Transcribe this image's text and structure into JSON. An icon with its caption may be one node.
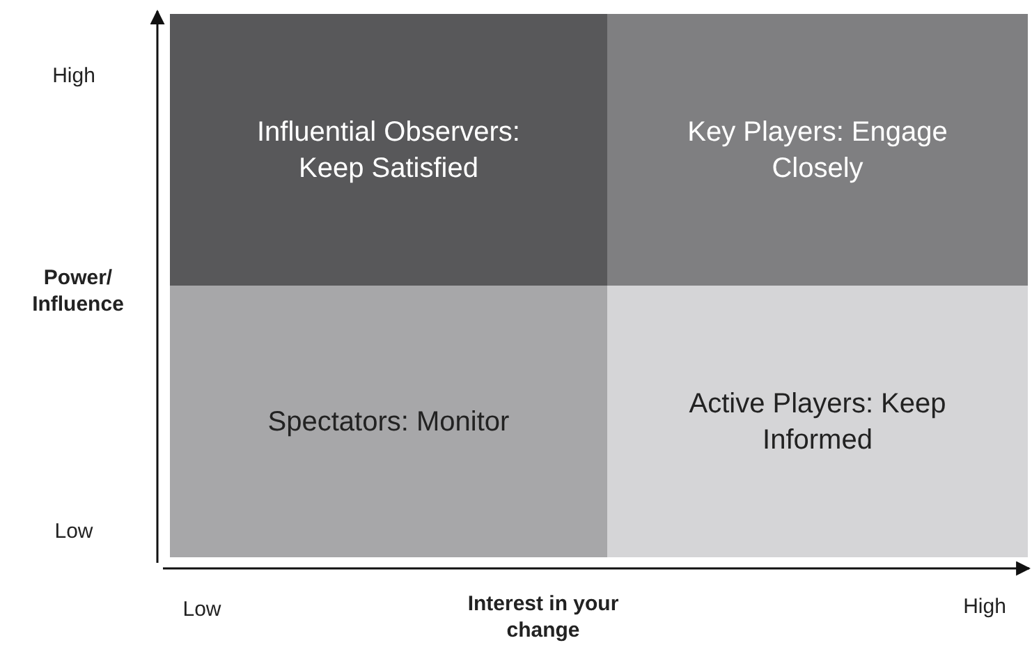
{
  "diagram": {
    "nodes": [
      {
        "text": [
          "Influential Observers: Keep Satisfied"
        ]
      },
      {
        "text": [
          "Key Players: Engage Closely"
        ]
      },
      {
        "text": [
          "Spectators: Monitor"
        ]
      },
      {
        "text": [
          "Active Players: Keep Informed"
        ]
      }
    ],
    "edges": [],
    "labels": [
      "High",
      "Power/ Influence",
      "Low",
      "Low",
      "Interest in your change",
      "High"
    ]
  }
}
